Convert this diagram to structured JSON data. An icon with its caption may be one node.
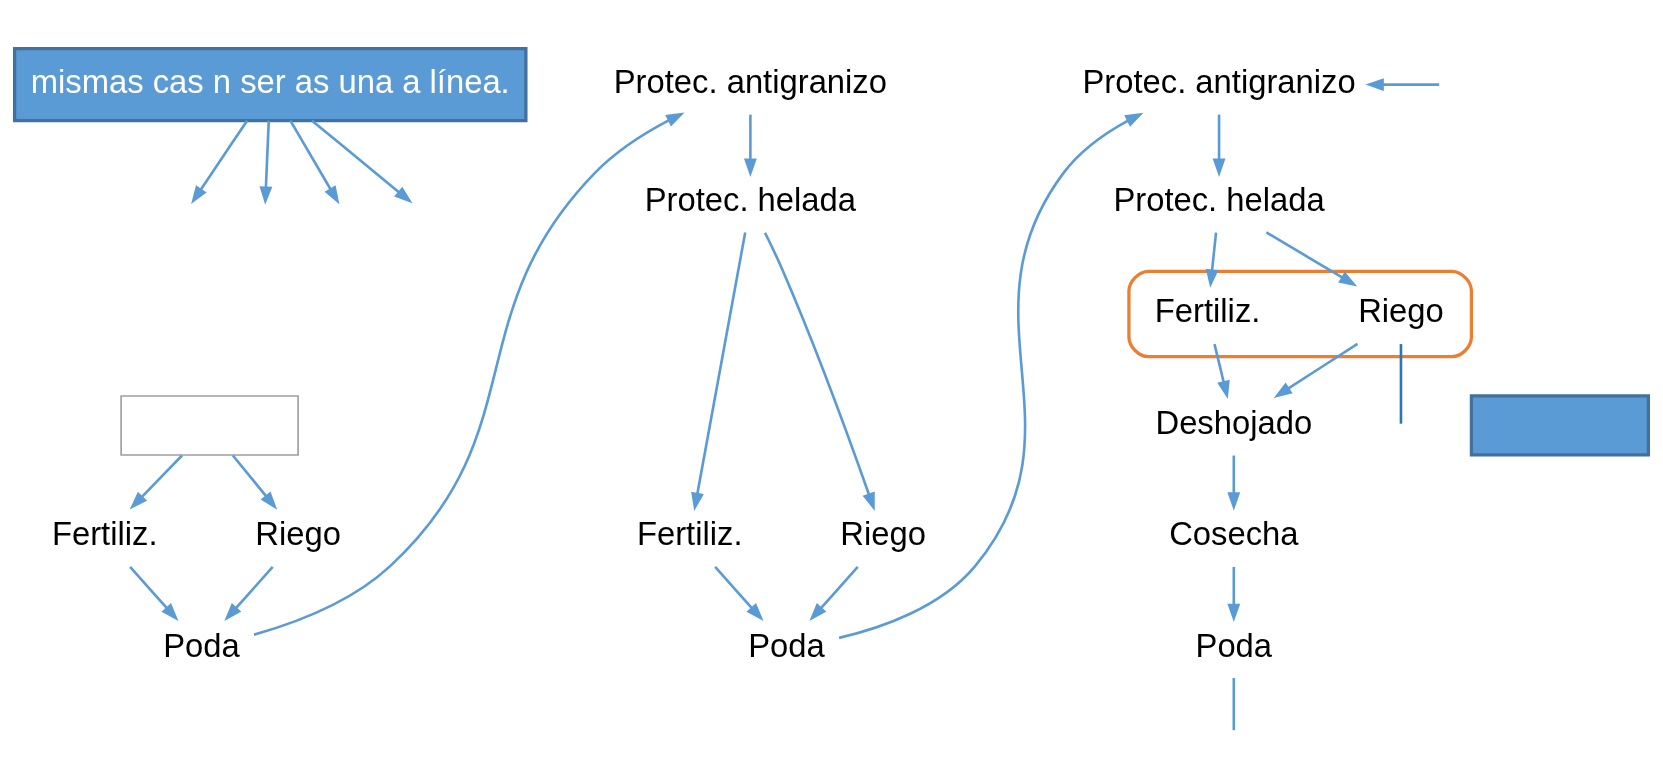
{
  "diagram": {
    "nodes": [
      {
        "text": [
          "mismas cas n ser as una a línea."
        ]
      },
      {
        "text": [],
        "shape": "box"
      },
      {
        "text": [],
        "shape": "box"
      },
      {
        "text": [
          "Fertiliz."
        ]
      },
      {
        "text": [
          "Riego"
        ]
      },
      {
        "text": [
          "Poda"
        ]
      },
      {
        "text": [
          "Protec. antigranizo"
        ]
      },
      {
        "text": [
          "Protec. helada"
        ]
      },
      {
        "text": [
          "Fertiliz."
        ]
      },
      {
        "text": [
          "Riego"
        ]
      },
      {
        "text": [
          "Poda"
        ]
      },
      {
        "text": [
          "Protec. antigranizo"
        ]
      },
      {
        "text": [
          "Protec. helada"
        ]
      },
      {
        "text": [],
        "shape": "box"
      },
      {
        "text": [
          "Fertiliz."
        ],
        "in": 13
      },
      {
        "text": [
          "Riego"
        ],
        "in": 13
      },
      {
        "text": [
          "Deshojado"
        ]
      },
      {
        "text": [
          "Cosecha"
        ]
      },
      {
        "text": [
          "Poda"
        ]
      }
    ],
    "edges": [
      {
        "from": 0,
        "to": null,
        "arrow": "to"
      },
      {
        "from": 0,
        "to": null,
        "arrow": "to"
      },
      {
        "from": 0,
        "to": null,
        "arrow": "to"
      },
      {
        "from": 0,
        "to": null,
        "arrow": "to"
      },
      {
        "from": 1,
        "to": 3,
        "arrow": "to"
      },
      {
        "from": 1,
        "to": 4,
        "arrow": "to"
      },
      {
        "from": 3,
        "to": 5,
        "arrow": "to"
      },
      {
        "from": 4,
        "to": 5,
        "arrow": "to"
      },
      {
        "from": 5,
        "to": 6,
        "arrow": "to"
      },
      {
        "from": 6,
        "to": 7,
        "arrow": "to"
      },
      {
        "from": 7,
        "to": 8,
        "arrow": "to"
      },
      {
        "from": 7,
        "to": 9,
        "arrow": "to"
      },
      {
        "from": 8,
        "to": 10,
        "arrow": "to"
      },
      {
        "from": 9,
        "to": 10,
        "arrow": "to"
      },
      {
        "from": 10,
        "to": 11,
        "arrow": "to"
      },
      {
        "from": 11,
        "to": 12,
        "arrow": "to"
      },
      {
        "from": 12,
        "to": 14,
        "arrow": "to"
      },
      {
        "from": 12,
        "to": 15,
        "arrow": "to"
      },
      {
        "from": 14,
        "to": 16,
        "arrow": "to"
      },
      {
        "from": 15,
        "to": 16,
        "arrow": "to"
      },
      {
        "from": 16,
        "to": 17,
        "arrow": "to"
      },
      {
        "from": 17,
        "to": 18,
        "arrow": "to"
      },
      {
        "from": 18,
        "to": null,
        "arrow": "none"
      },
      {
        "from": null,
        "to": 11,
        "arrow": "to"
      },
      {
        "from": 15,
        "to": null,
        "arrow": "none",
        "color": "#2e75b6"
      }
    ]
  }
}
